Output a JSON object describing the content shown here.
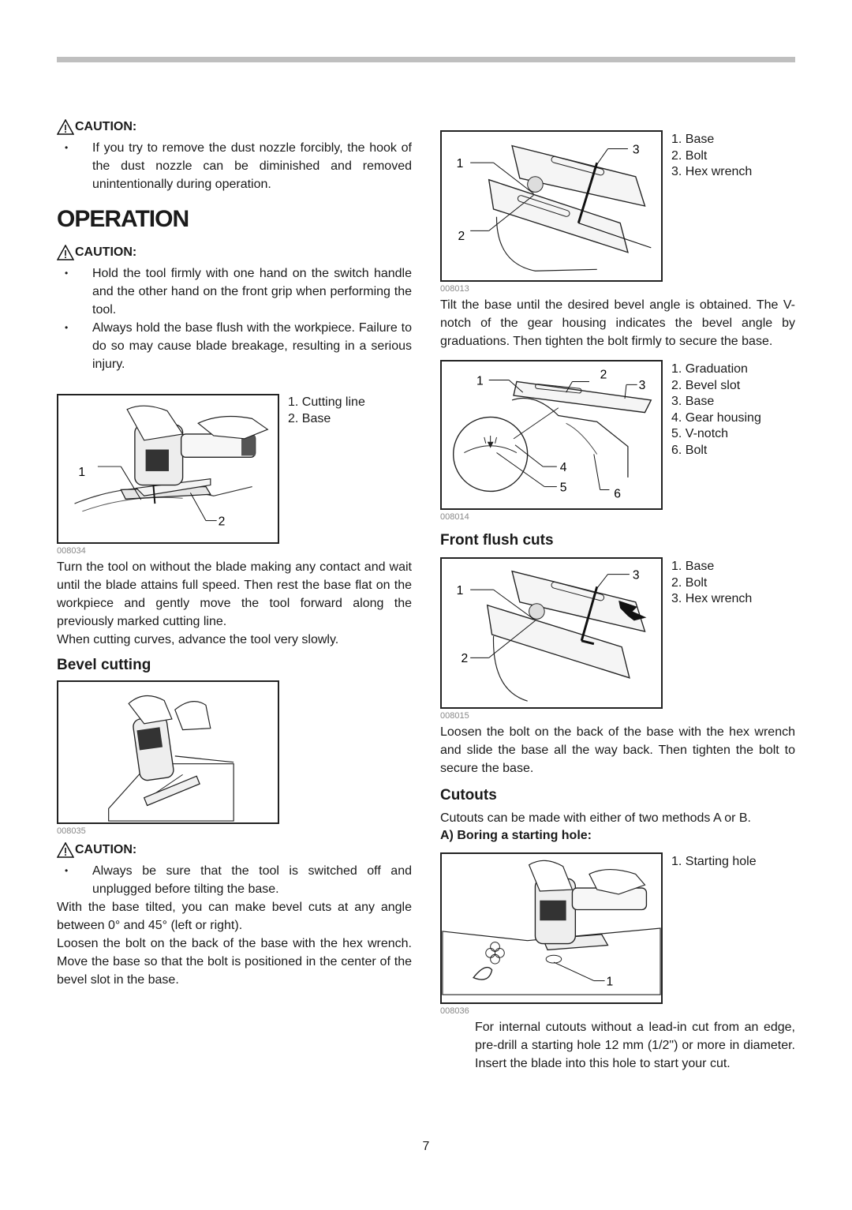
{
  "page_number": "7",
  "left": {
    "caution1": {
      "label": "CAUTION:",
      "items": [
        "If you try to remove the dust nozzle forcibly, the hook of the dust nozzle can be diminished and removed unintentionally during operation."
      ]
    },
    "section_title": "OPERATION",
    "caution2": {
      "label": "CAUTION:",
      "items": [
        "Hold the tool firmly with one hand on the switch handle and the other hand on the front grip when performing the tool.",
        "Always hold the base flush with the workpiece. Failure to do so may cause blade breakage, resulting in a serious injury."
      ]
    },
    "fig1": {
      "code": "008034",
      "callouts": [
        "1",
        "2"
      ],
      "legend": [
        "1. Cutting line",
        "2. Base"
      ]
    },
    "para1": "Turn the tool on without the blade making any contact and wait until the blade attains full speed. Then rest the base flat on the workpiece and gently move the tool forward along the previously marked cutting line.",
    "para2": "When cutting curves, advance the tool very slowly.",
    "bevel_title": "Bevel cutting",
    "fig2": {
      "code": "008035"
    },
    "caution3": {
      "label": "CAUTION:",
      "items": [
        "Always be sure that the tool is switched off and unplugged before tilting the base."
      ]
    },
    "para3": "With the base tilted, you can make bevel cuts at any angle between 0° and 45° (left or right).",
    "para4": "Loosen the bolt on the back of the base with the hex wrench. Move the base so that the bolt is positioned in the center of the bevel slot in the base."
  },
  "right": {
    "fig3": {
      "code": "008013",
      "callouts": [
        "1",
        "2",
        "3"
      ],
      "legend": [
        "1. Base",
        "2. Bolt",
        "3. Hex wrench"
      ]
    },
    "para1": "Tilt the base until the desired bevel angle is obtained. The V-notch of the gear housing indicates the bevel angle by graduations. Then tighten the bolt firmly to secure the base.",
    "fig4": {
      "code": "008014",
      "callouts": [
        "1",
        "2",
        "3",
        "4",
        "5",
        "6"
      ],
      "legend": [
        "1. Graduation",
        "2. Bevel slot",
        "3. Base",
        "4. Gear housing",
        "5. V-notch",
        "6. Bolt"
      ]
    },
    "flush_title": "Front flush cuts",
    "fig5": {
      "code": "008015",
      "callouts": [
        "1",
        "2",
        "3"
      ],
      "legend": [
        "1. Base",
        "2. Bolt",
        "3. Hex wrench"
      ]
    },
    "para2": "Loosen the bolt on the back of the base with the hex wrench and slide the base all the way back. Then tighten the bolt to secure the base.",
    "cutouts_title": "Cutouts",
    "para3": "Cutouts can be made with either of two methods A or B.",
    "boring_title": "A) Boring a starting hole:",
    "fig6": {
      "code": "008036",
      "callouts": [
        "1"
      ],
      "legend": [
        "1. Starting hole"
      ]
    },
    "para4": "For internal cutouts without a lead-in cut from an edge, pre-drill a starting hole 12 mm (1/2\") or more in diameter. Insert the blade into this hole to start your cut."
  }
}
